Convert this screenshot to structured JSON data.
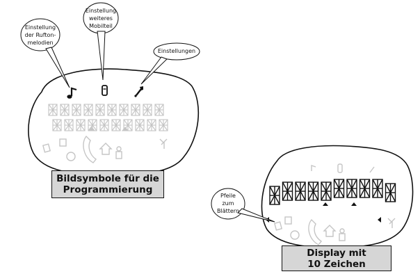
{
  "left_display": {
    "callouts": {
      "ringtones": [
        "Einstellung",
        "der Rufton-",
        "melodien"
      ],
      "handset": [
        "Einstellung",
        "weiteres",
        "Mobilteil"
      ],
      "settings": [
        "Einstellungen"
      ]
    },
    "icons": {
      "ringtones": "music-note-icon",
      "handset": "handset-icon",
      "settings": "wrench-icon"
    },
    "caption": [
      "Bildsymbole für die",
      "Programmierung"
    ]
  },
  "right_display": {
    "callouts": {
      "arrows": [
        "Pfeile",
        "zum",
        "Blättern"
      ]
    },
    "caption": [
      "Display mit",
      "10 Zeichen"
    ]
  }
}
